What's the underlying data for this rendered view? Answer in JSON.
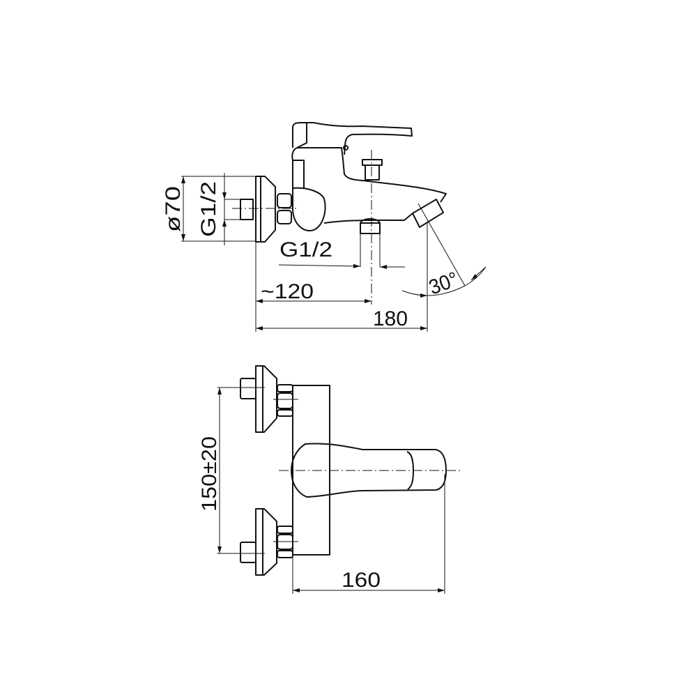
{
  "drawing": {
    "side_view": {
      "dim_flange_diameter": "ø70",
      "dim_inlet_thread": "G1/2",
      "dim_outlet_thread": "G1/2",
      "dim_centre_distance": "~120",
      "dim_projection": "180",
      "dim_spout_angle": "30°"
    },
    "top_view": {
      "dim_inlet_spacing": "150±20",
      "dim_spout_length": "160"
    },
    "colors": {
      "line": "#111111",
      "background": "#ffffff"
    }
  }
}
